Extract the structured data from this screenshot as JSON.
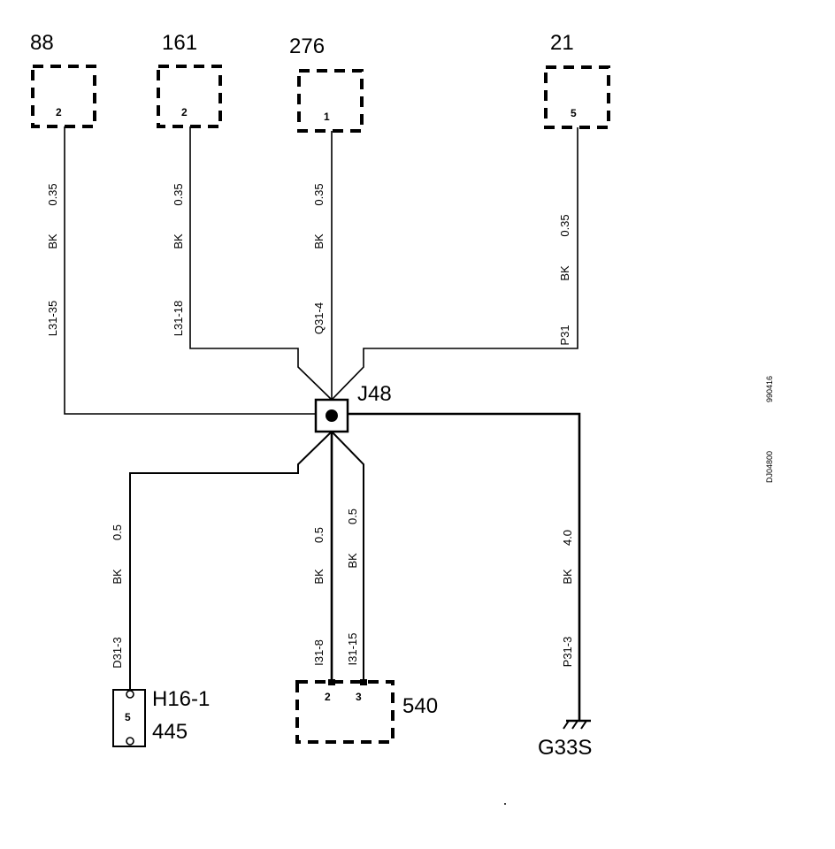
{
  "connectors": {
    "c88": {
      "id": "88",
      "pin": "2"
    },
    "c161": {
      "id": "161",
      "pin": "2"
    },
    "c276": {
      "id": "276",
      "pin": "1"
    },
    "c21": {
      "id": "21",
      "pin": "5"
    },
    "c540": {
      "id": "540",
      "pins": [
        "2",
        "3"
      ]
    },
    "h16": {
      "id": "H16-1",
      "sub": "445",
      "pin": "5"
    }
  },
  "splice": {
    "id": "J48"
  },
  "ground": {
    "id": "G33S"
  },
  "wires": {
    "w88": {
      "size": "0.35",
      "color": "BK",
      "circuit": "L31-35"
    },
    "w161": {
      "size": "0.35",
      "color": "BK",
      "circuit": "L31-18"
    },
    "w276": {
      "size": "0.35",
      "color": "BK",
      "circuit": "Q31-4"
    },
    "w21": {
      "size": "0.35",
      "color": "BK",
      "circuit": "P31"
    },
    "wh16": {
      "size": "0.5",
      "color": "BK",
      "circuit": "D31-3"
    },
    "w540a": {
      "size": "0.5",
      "color": "BK",
      "circuit": "I31-8"
    },
    "w540b": {
      "size": "0.5",
      "color": "BK",
      "circuit": "I31-15"
    },
    "wg": {
      "size": "4.0",
      "color": "BK",
      "circuit": "P31-3"
    }
  },
  "margin": {
    "date": "990416",
    "code": "DJ04800"
  }
}
